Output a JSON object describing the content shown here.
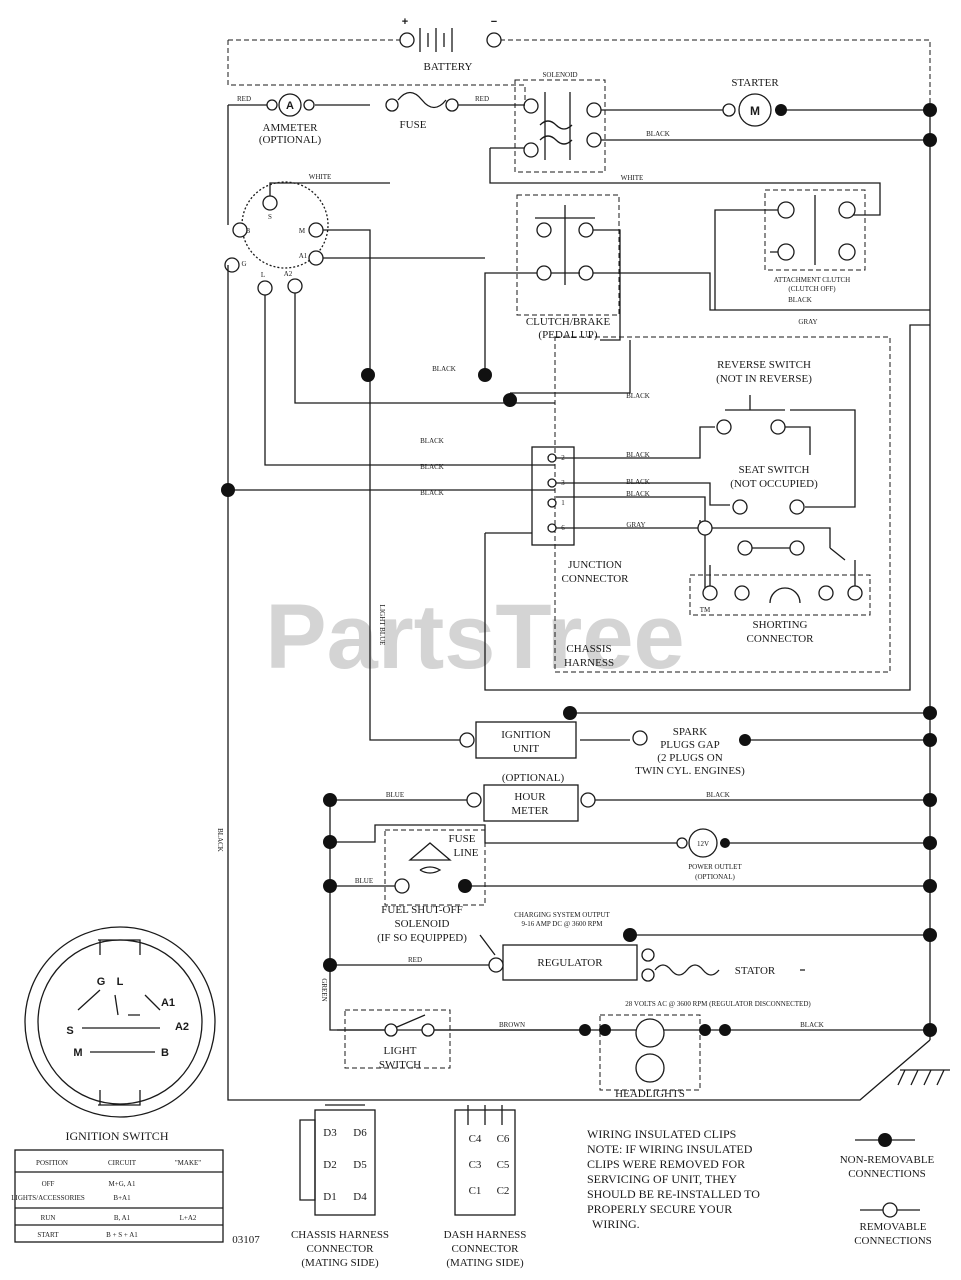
{
  "watermark": "PartsTree",
  "watermark_tm": "TM",
  "components": {
    "battery": "BATTERY",
    "battery_pos": "+",
    "battery_neg": "−",
    "solenoid": "SOLENOID",
    "starter": "STARTER",
    "starter_symbol": "M",
    "ammeter": [
      "AMMETER",
      "(OPTIONAL)"
    ],
    "ammeter_symbol": "A",
    "fuse": "FUSE",
    "attachment_clutch": [
      "ATTACHMENT CLUTCH",
      "(CLUTCH OFF)"
    ],
    "clutch_brake": [
      "CLUTCH/BRAKE",
      "(PEDAL UP)"
    ],
    "reverse_switch": [
      "REVERSE SWITCH",
      "(NOT IN REVERSE)"
    ],
    "seat_switch": [
      "SEAT SWITCH",
      "(NOT OCCUPIED)"
    ],
    "junction_connector": [
      "JUNCTION",
      "CONNECTOR"
    ],
    "shorting_connector": [
      "SHORTING",
      "CONNECTOR"
    ],
    "chassis_harness": [
      "CHASSIS",
      "HARNESS"
    ],
    "ignition_unit": [
      "IGNITION",
      "UNIT"
    ],
    "spark_plugs": [
      "SPARK",
      "PLUGS GAP",
      "(2 PLUGS ON",
      "TWIN CYL. ENGINES)"
    ],
    "optional": "(OPTIONAL)",
    "hour_meter": [
      "HOUR",
      "METER"
    ],
    "fuse_line": [
      "FUSE",
      "LINE"
    ],
    "power_outlet": [
      "POWER OUTLET",
      "(OPTIONAL)"
    ],
    "power_outlet_symbol": "12V",
    "fuel_shutoff": [
      "FUEL SHUT-OFF",
      "SOLENOID",
      "(IF SO EQUIPPED)"
    ],
    "charging_output": [
      "CHARGING SYSTEM OUTPUT",
      "9-16 AMP DC @ 3600 RPM"
    ],
    "regulator": "REGULATOR",
    "stator": "STATOR",
    "stator_voltage": "28 VOLTS AC @ 3600 RPM (REGULATOR DISCONNECTED)",
    "light_switch": [
      "LIGHT",
      "SWITCH"
    ],
    "headlights": "HEADLIGHTS",
    "junction_pins": [
      "2",
      "3",
      "1",
      "6"
    ],
    "ignition_terminals": [
      "B",
      "S",
      "M",
      "A1",
      "G",
      "L",
      "A2"
    ]
  },
  "wire_colors": {
    "red": "RED",
    "black": "BLACK",
    "white": "WHITE",
    "gray": "GRAY",
    "blue": "BLUE",
    "brown": "BROWN",
    "light_blue": "LIGHT BLUE",
    "green": "GREEN"
  },
  "ignition_switch": {
    "title": "IGNITION SWITCH",
    "face_labels": [
      "G",
      "L",
      "A1",
      "A2",
      "S",
      "M",
      "B"
    ],
    "table_headers": [
      "POSITION",
      "CIRCUIT",
      "\"MAKE\""
    ],
    "rows": [
      [
        "OFF",
        "M+G, A1",
        ""
      ],
      [
        "LIGHTS/ACCESSORIES",
        "B+A1",
        ""
      ],
      [
        "RUN",
        "B, A1",
        "L+A2"
      ],
      [
        "START",
        "B + S + A1",
        ""
      ]
    ]
  },
  "connectors": {
    "chassis": [
      "CHASSIS HARNESS",
      "CONNECTOR",
      "(MATING SIDE)"
    ],
    "chassis_pins": [
      "D3",
      "D6",
      "D2",
      "D5",
      "D1",
      "D4"
    ],
    "dash": [
      "DASH HARNESS",
      "CONNECTOR",
      "(MATING SIDE)"
    ],
    "dash_pins": [
      "C4",
      "C6",
      "C3",
      "C5",
      "C1",
      "C2"
    ]
  },
  "notes": {
    "clips": [
      "WIRING INSULATED CLIPS",
      "NOTE: IF WIRING INSULATED",
      "CLIPS WERE REMOVED FOR",
      "SERVICING OF UNIT, THEY",
      "SHOULD BE RE-INSTALLED TO",
      "PROPERLY SECURE YOUR",
      "WIRING."
    ]
  },
  "legend": {
    "non_removable": [
      "NON-REMOVABLE",
      "CONNECTIONS"
    ],
    "removable": [
      "REMOVABLE",
      "CONNECTIONS"
    ]
  },
  "part_number": "03107"
}
